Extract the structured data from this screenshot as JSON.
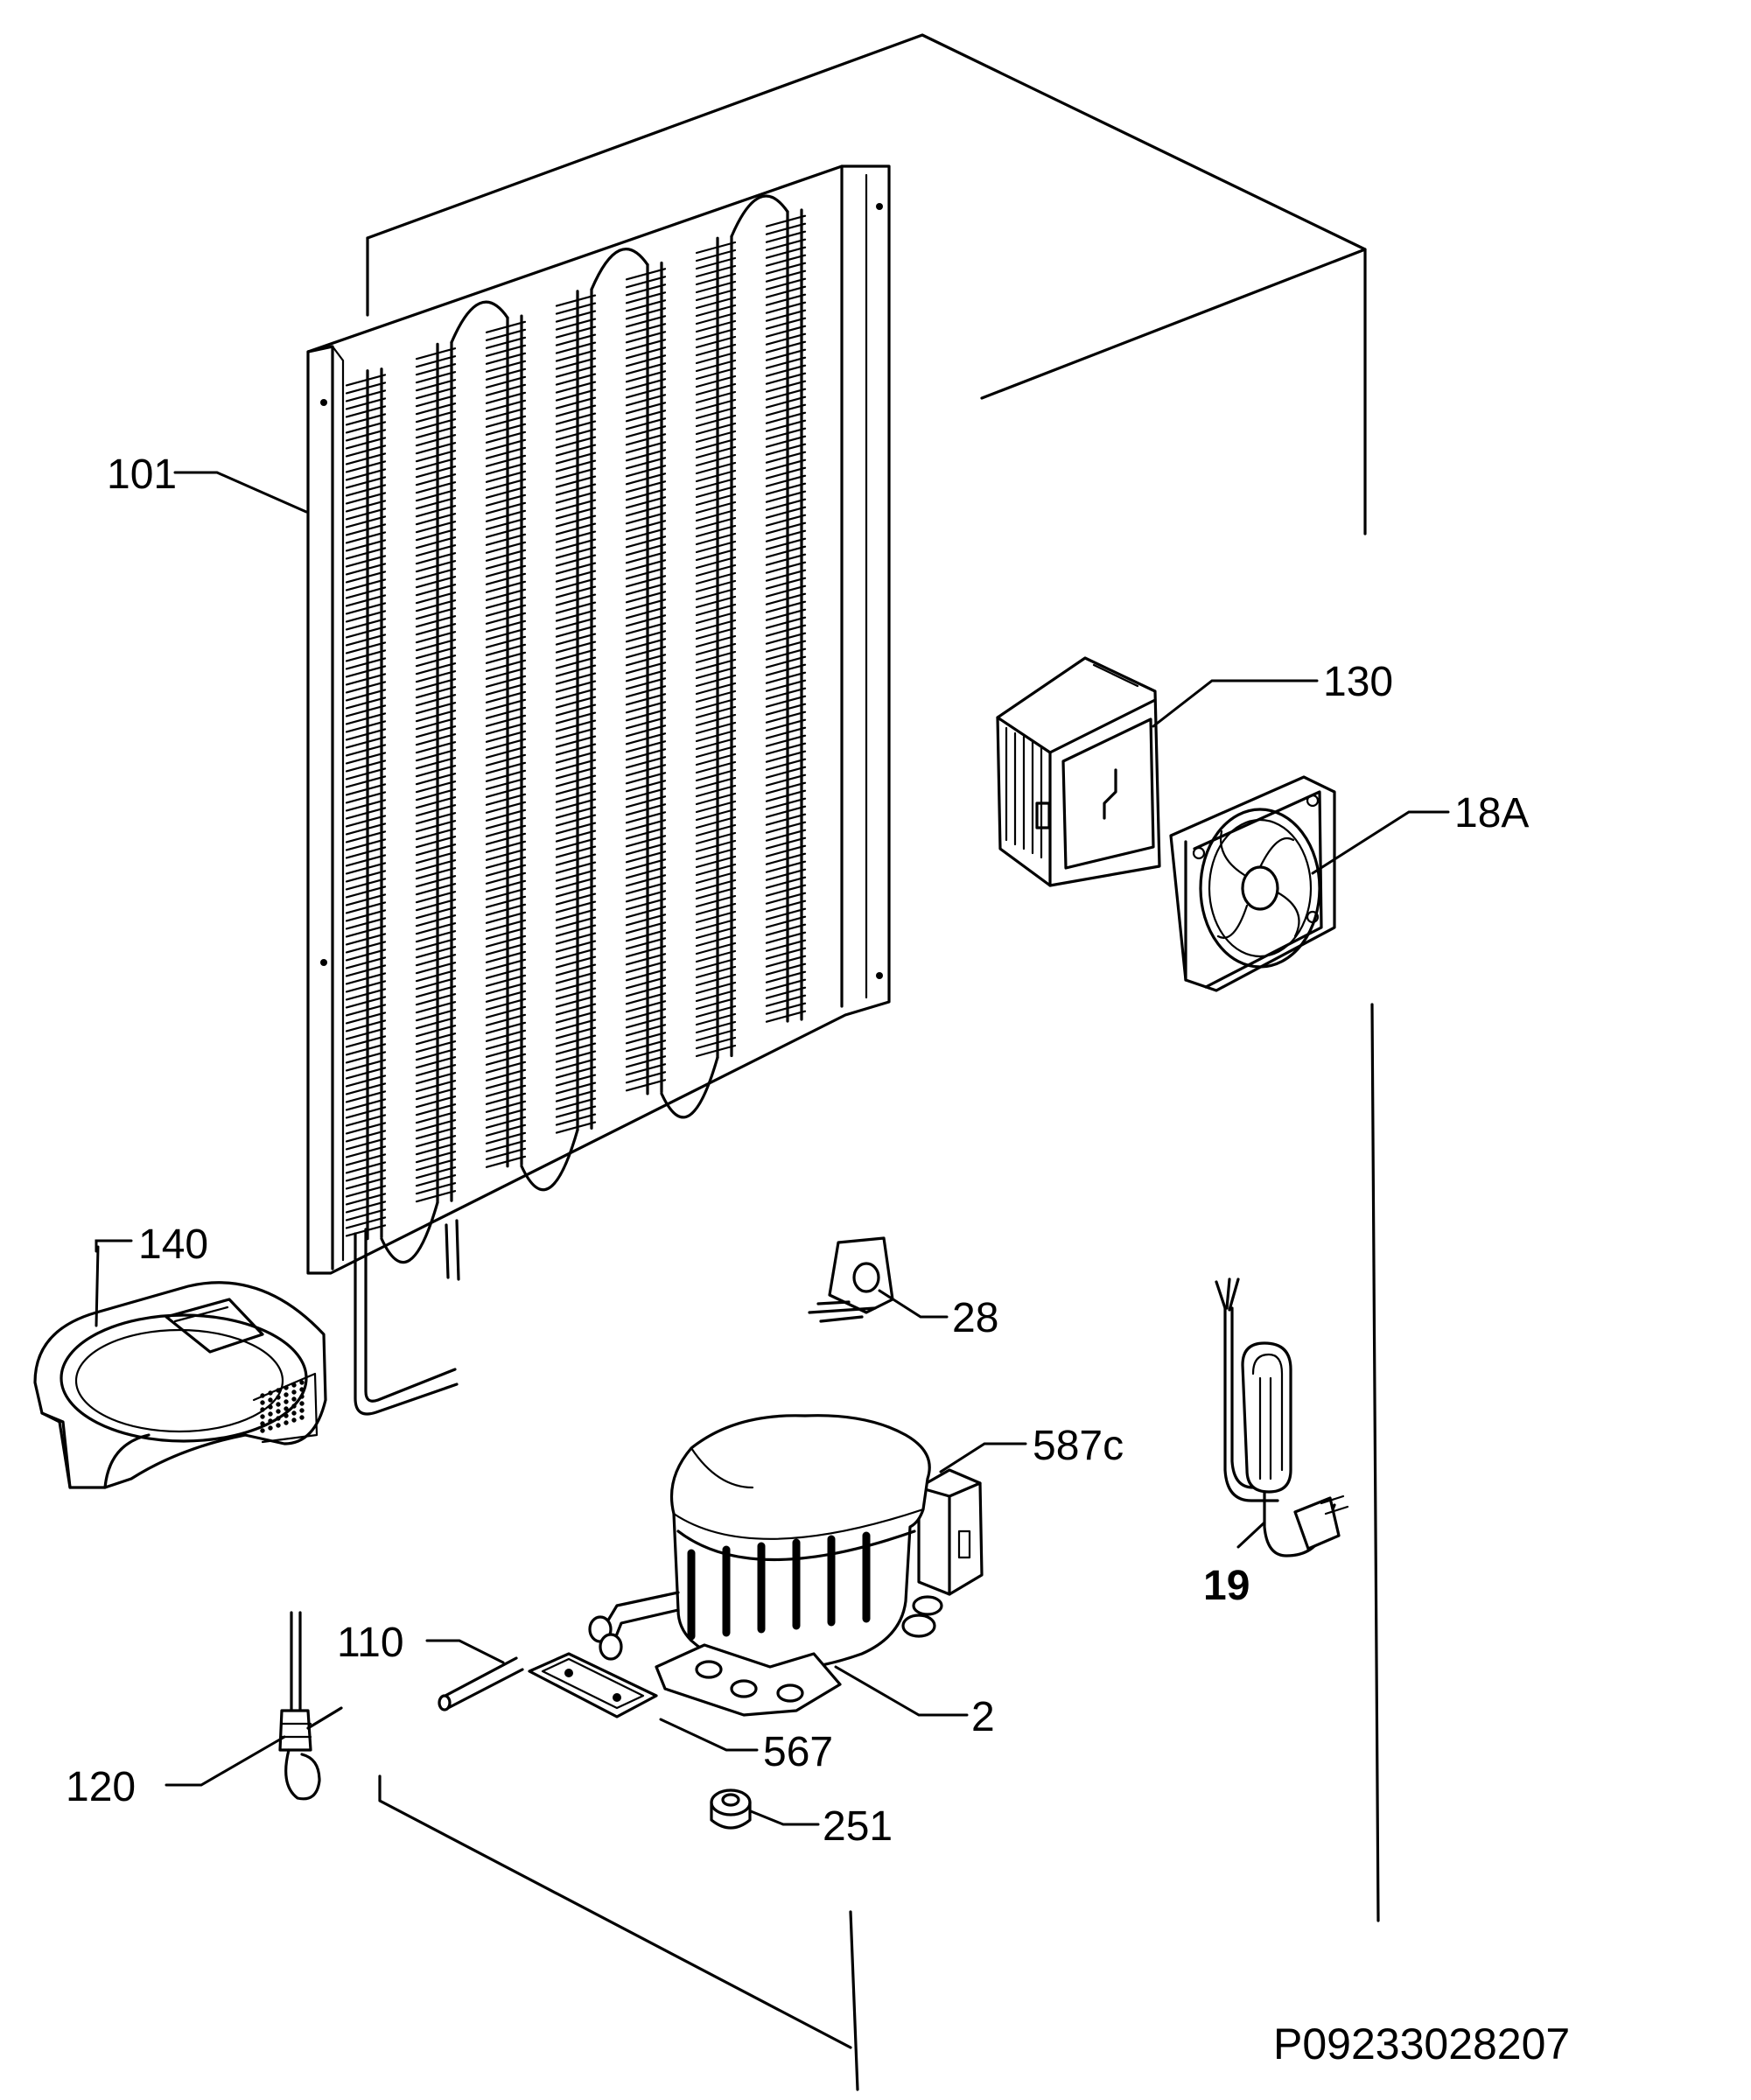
{
  "diagram": {
    "drawing_code": "P09233028207",
    "callouts": [
      {
        "id": "101",
        "text": "101"
      },
      {
        "id": "130",
        "text": "130"
      },
      {
        "id": "18A",
        "text": "18A"
      },
      {
        "id": "140",
        "text": "140"
      },
      {
        "id": "28",
        "text": "28"
      },
      {
        "id": "587c",
        "text": "587c"
      },
      {
        "id": "19",
        "text": "19",
        "bold": true
      },
      {
        "id": "110",
        "text": "110"
      },
      {
        "id": "2",
        "text": "2"
      },
      {
        "id": "567",
        "text": "567"
      },
      {
        "id": "120",
        "text": "120"
      },
      {
        "id": "251",
        "text": "251"
      }
    ]
  }
}
